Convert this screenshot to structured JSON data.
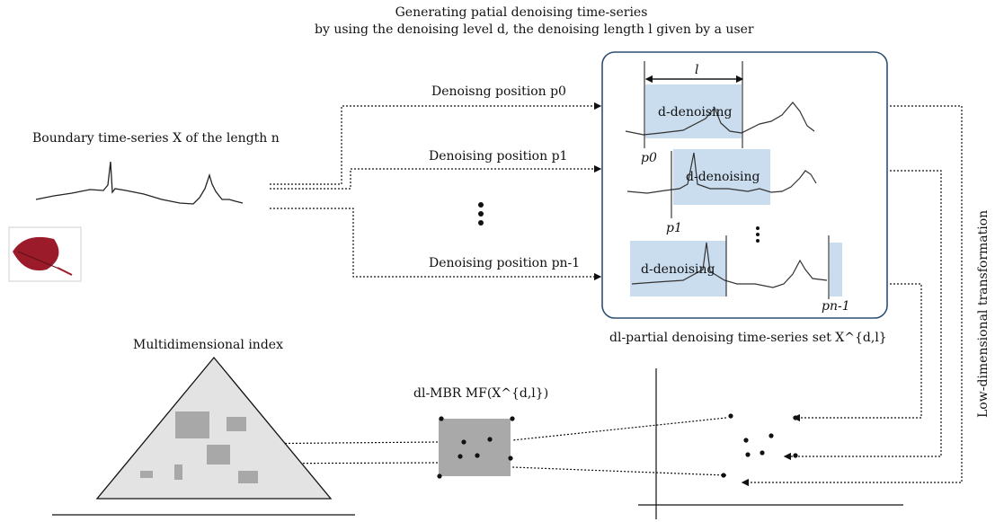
{
  "title": {
    "line1": "Generating patial denoising time-series",
    "line2": "by using the denoising level d, the denoising length l given by a user"
  },
  "left": {
    "boundary_label": "Boundary time-series X of the length n"
  },
  "positions": {
    "p0": "Denoisng position p0",
    "p1": "Denoising position p1",
    "pn1": "Denoising position pn-1"
  },
  "panel": {
    "length_label": "l",
    "denoise_label": "d-denoising",
    "p0_label": "p0",
    "p1_label": "p1",
    "pn1_label": "pn-1",
    "caption": "dl-partial denoising time-series set X^{d,l}"
  },
  "right": {
    "transform_label": "Low-dimensional transformation"
  },
  "bottom": {
    "index_label": "Multidimensional index",
    "mbr_label": "dl-MBR MF(X^{d,l})"
  },
  "colors": {
    "panel_border": "#2e4f72",
    "denoise_fill": "#c9ddef",
    "mbr_fill": "#a9a9a9",
    "triangle_fill": "#e3e3e3",
    "rect_fill": "#a8a8a8",
    "leaf": "#9b1b2a"
  }
}
